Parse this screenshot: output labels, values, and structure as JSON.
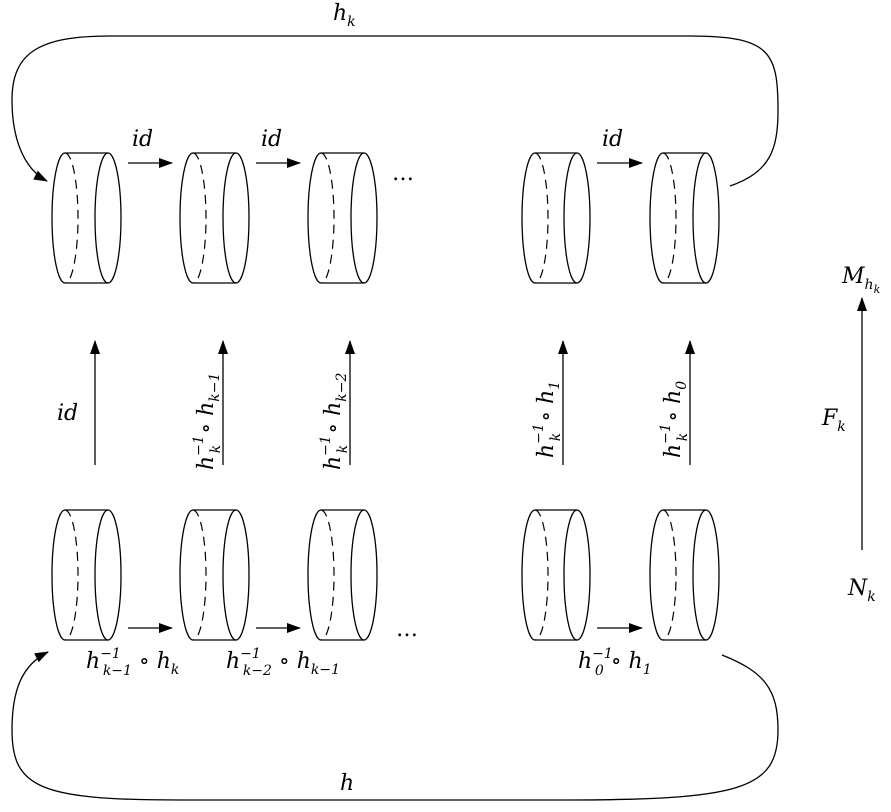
{
  "top_loop_label": {
    "base": "h",
    "sub": "k"
  },
  "bottom_loop_label": {
    "base": "h"
  },
  "top_row": {
    "ellipsis": "…",
    "arrow_labels": [
      "id",
      "id",
      "id"
    ]
  },
  "bottom_row": {
    "ellipsis": "…",
    "arrow_labels": [
      {
        "base": "h",
        "sup": "−1",
        "sub": "k−1",
        "rest": " ∘ h",
        "rest_sub": "k"
      },
      {
        "base": "h",
        "sup": "−1",
        "sub": "k−2",
        "rest": " ∘ h",
        "rest_sub": "k−1"
      },
      {
        "base": "h",
        "sup": "−1",
        "sub": "0",
        "rest": " ∘ h",
        "rest_sub": "1"
      }
    ]
  },
  "vertical_labels": [
    {
      "plain": "id"
    },
    {
      "base": "h",
      "sup": "−1",
      "sub": "k",
      "rest": " ∘ h",
      "rest_sub": "k−1"
    },
    {
      "base": "h",
      "sup": "−1",
      "sub": "k",
      "rest": " ∘ h",
      "rest_sub": "k−2"
    },
    {
      "base": "h",
      "sup": "−1",
      "sub": "k",
      "rest": " ∘ h",
      "rest_sub": "1"
    },
    {
      "base": "h",
      "sup": "−1",
      "sub": "k",
      "rest": " ∘ h",
      "rest_sub": "0"
    }
  ],
  "side": {
    "top": {
      "base": "M",
      "sub": "h",
      "subsub": "k"
    },
    "map": {
      "base": "F",
      "sub": "k"
    },
    "bottom": {
      "base": "N",
      "sub": "k"
    }
  }
}
